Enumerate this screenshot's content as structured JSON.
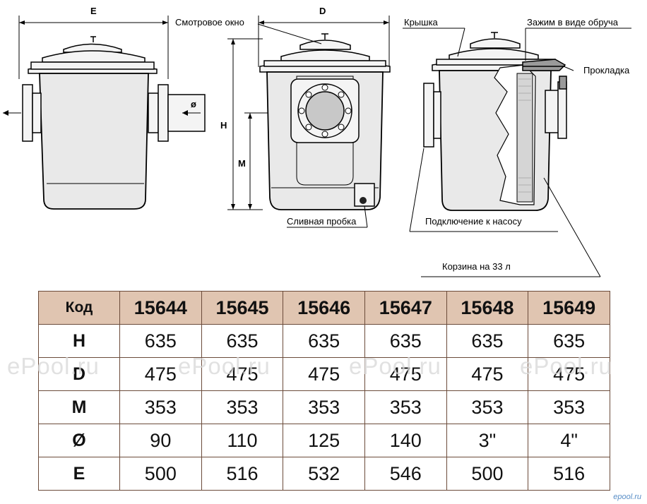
{
  "labels": {
    "view_window": "Смотровое окно",
    "lid": "Крышка",
    "ring_clamp": "Зажим в виде обруча",
    "gasket": "Прокладка",
    "drain_plug": "Сливная пробка",
    "pump_connection": "Подключение к насосу",
    "basket": "Корзина на 33 л"
  },
  "dimensions": {
    "e": "E",
    "d": "D",
    "h": "H",
    "m": "M",
    "dia": "ø"
  },
  "table": {
    "header_label": "Код",
    "codes": [
      "15644",
      "15645",
      "15646",
      "15647",
      "15648",
      "15649"
    ],
    "rows": [
      {
        "label": "H",
        "values": [
          "635",
          "635",
          "635",
          "635",
          "635",
          "635"
        ]
      },
      {
        "label": "D",
        "values": [
          "475",
          "475",
          "475",
          "475",
          "475",
          "475"
        ]
      },
      {
        "label": "M",
        "values": [
          "353",
          "353",
          "353",
          "353",
          "353",
          "353"
        ]
      },
      {
        "label": "Ø",
        "values": [
          "90",
          "110",
          "125",
          "140",
          "3\"",
          "4\""
        ]
      },
      {
        "label": "E",
        "values": [
          "500",
          "516",
          "532",
          "546",
          "500",
          "516"
        ]
      }
    ]
  },
  "watermark": {
    "text": "ePool.ru"
  },
  "corner_logo": "epool.ru",
  "colors": {
    "header_bg": "#e0c5b1",
    "border": "#6b4b3a"
  }
}
